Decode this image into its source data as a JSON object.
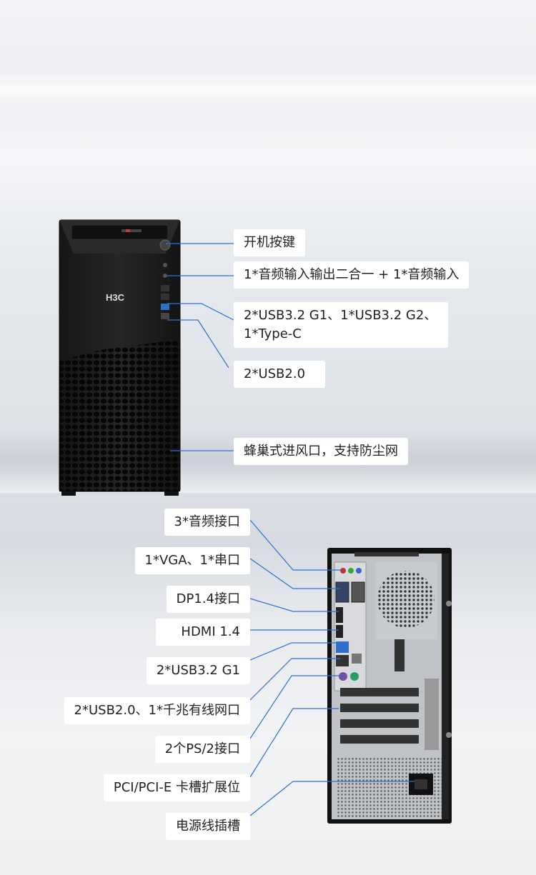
{
  "front": {
    "brand": "H3C",
    "labels": {
      "power": "开机按键",
      "audio": "1*音频输入输出二合一 + 1*音频输入",
      "usb3_line1": "2*USB3.2 G1、1*USB3.2 G2、",
      "usb3_line2": "1*Type-C",
      "usb2": "2*USB2.0",
      "vent": "蜂巢式进风口，支持防尘网"
    }
  },
  "rear": {
    "labels": {
      "audio3": "3*音频接口",
      "vga_serial": "1*VGA、1*串口",
      "dp": "DP1.4接口",
      "hdmi": "HDMI 1.4",
      "usb32": "2*USB3.2 G1",
      "usb2_lan": "2*USB2.0、1*千兆有线网口",
      "ps2": "2个PS/2接口",
      "pci": "PCI/PCI-E 卡槽扩展位",
      "power_socket": "电源线插槽"
    }
  },
  "colors": {
    "callout_line": "#2a72d6",
    "label_bg": "#ffffff",
    "case_front": "#1c1c1c",
    "case_rear_panel": "#b9bcc0"
  }
}
